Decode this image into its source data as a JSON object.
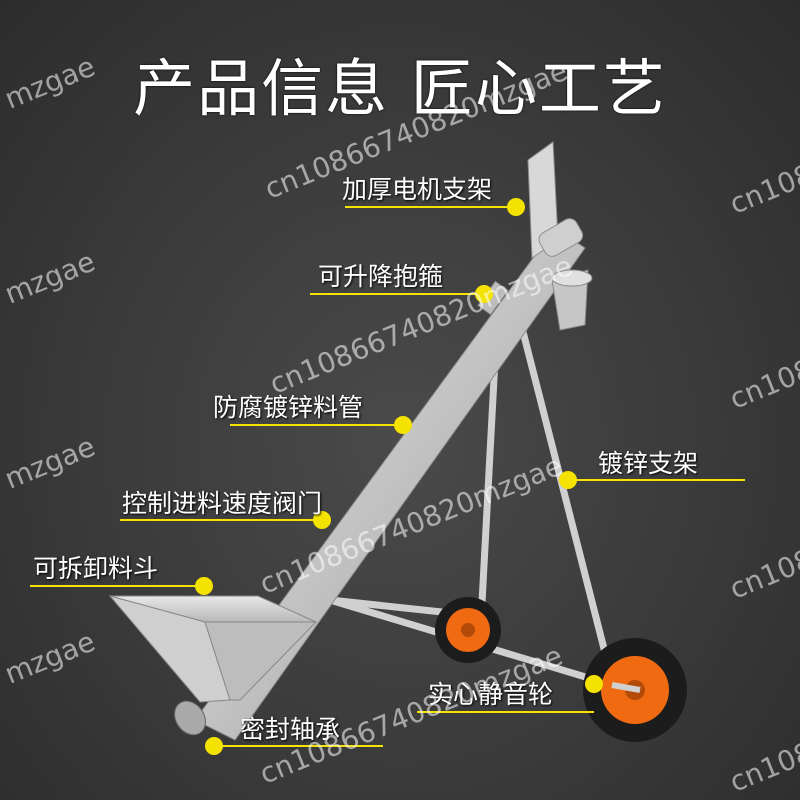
{
  "title": "产品信息 匠心工艺",
  "labels": {
    "motor_bracket": "加厚电机支架",
    "lift_clamp": "可升降抱箍",
    "pipe": "防腐镀锌料管",
    "valve": "控制进料速度阀门",
    "hopper": "可拆卸料斗",
    "galv_stand": "镀锌支架",
    "wheel": "实心静音轮",
    "seal_bearing": "密封轴承"
  },
  "watermark": {
    "text_a": "cn10866740820mzgae",
    "text_b": "mzgae",
    "text_c": "cn108"
  },
  "colors": {
    "callout": "#f4e200",
    "wheel_orange": "#f06a12",
    "pipe": "#c9c9c9"
  }
}
